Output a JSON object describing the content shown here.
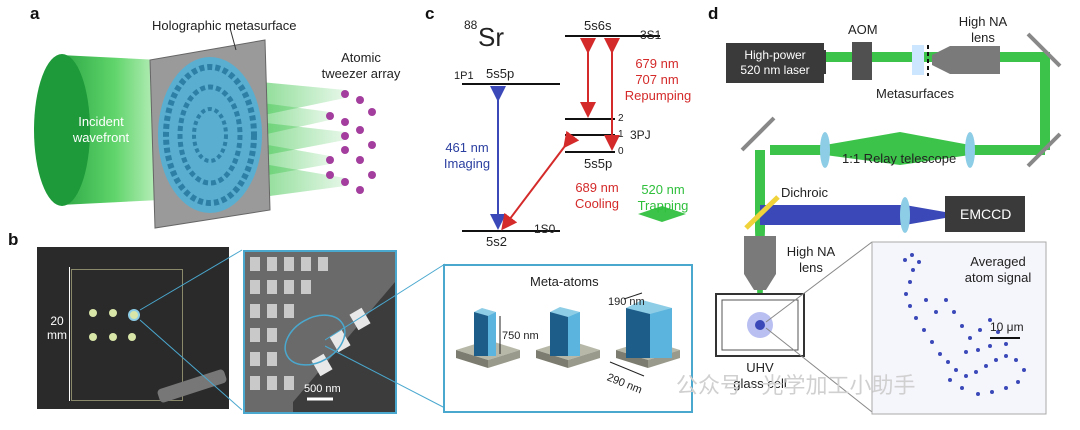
{
  "panel_a": {
    "letter": "a",
    "metasurface_label": "Holographic metasurface",
    "array_label": [
      "Atomic",
      "tweezer array"
    ],
    "wavefront_label": [
      "Incident",
      "wavefront"
    ]
  },
  "panel_b": {
    "letter": "b",
    "size_label": [
      "20",
      "mm"
    ],
    "sem_scale": "500 nm",
    "meta_title": "Meta-atoms",
    "height_label": "750 nm",
    "width_label": "190 nm",
    "base_label": "290 nm"
  },
  "panel_c": {
    "letter": "c",
    "isotope_mass": "88",
    "element": "Sr",
    "levels": {
      "s6s": "5s6s",
      "s3s1": "3S1",
      "p1_left": "1P1",
      "s5p_left": "5s5p",
      "pj_2": "2",
      "pj_1": "1",
      "pj_0": "0",
      "pj_label": "3PJ",
      "s5p_right": "5s5p",
      "ground": "5s2",
      "ground_term": "1S0"
    },
    "transitions": {
      "imaging": [
        "461 nm",
        "Imaging"
      ],
      "cooling": [
        "689 nm",
        "Cooling"
      ],
      "repumping": [
        "679 nm",
        "707 nm",
        "Repumping"
      ],
      "trapping": [
        "520 nm",
        "Trapping"
      ]
    }
  },
  "panel_d": {
    "letter": "d",
    "laser": [
      "High-power",
      "520 nm laser"
    ],
    "aom": "AOM",
    "high_na_top": [
      "High NA",
      "lens"
    ],
    "metasurfaces": "Metasurfaces",
    "relay": "1:1 Relay telescope",
    "dichroic": "Dichroic",
    "emccd": "EMCCD",
    "high_na_bottom": [
      "High NA",
      "lens"
    ],
    "uhv": [
      "UHV",
      "glass cell"
    ],
    "averaged": [
      "Averaged",
      "atom signal"
    ],
    "scale": "10 μm"
  },
  "watermark": "公众号 · 光学加工小助手",
  "colors": {
    "beam_green": "#3cc44a",
    "imaging_blue": "#3b49b8",
    "atom_purple": "#a43e9e",
    "meta_blue": "#8ecde6"
  }
}
